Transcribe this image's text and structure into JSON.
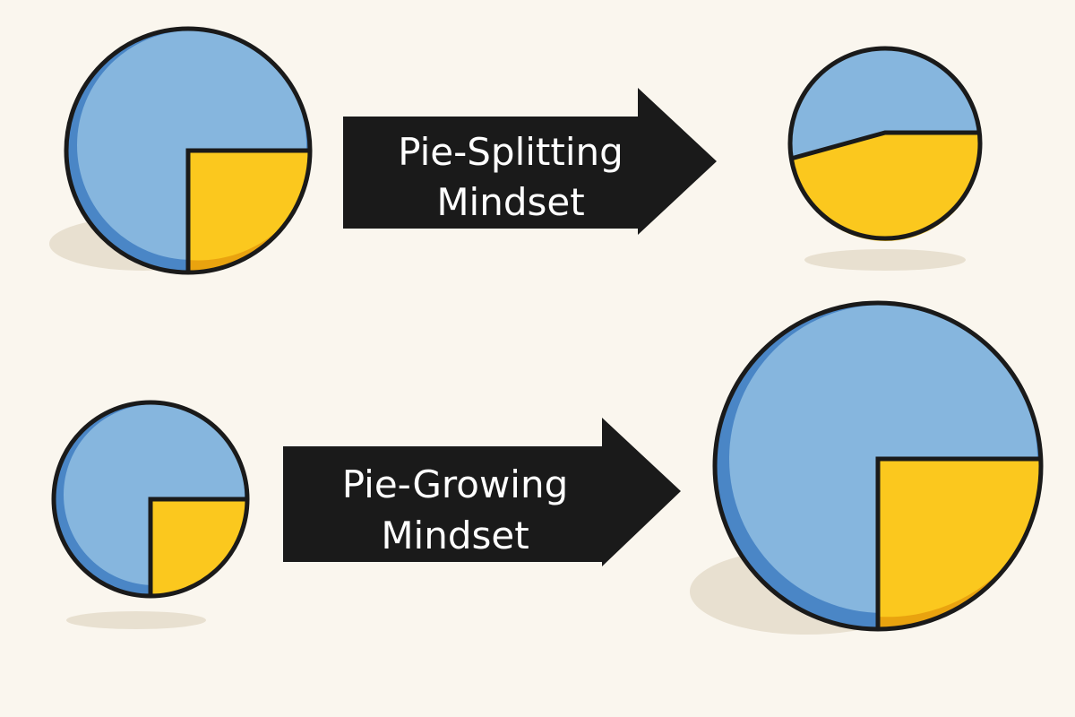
{
  "colors": {
    "background": "#faf6ee",
    "pie_base": "#86b6de",
    "pie_base_dark": "#4a86c6",
    "slice": "#fbc81e",
    "slice_dark": "#e9a30f",
    "outline": "#1a1a1a",
    "arrow_fill": "#1a1a1a",
    "arrow_text": "#ffffff",
    "shadow": "#e8e0d0"
  },
  "rows": [
    {
      "arrow_label_line1": "Pie-Splitting",
      "arrow_label_line2": "Mindset"
    },
    {
      "arrow_label_line1": "Pie-Growing",
      "arrow_label_line2": "Mindset"
    }
  ]
}
